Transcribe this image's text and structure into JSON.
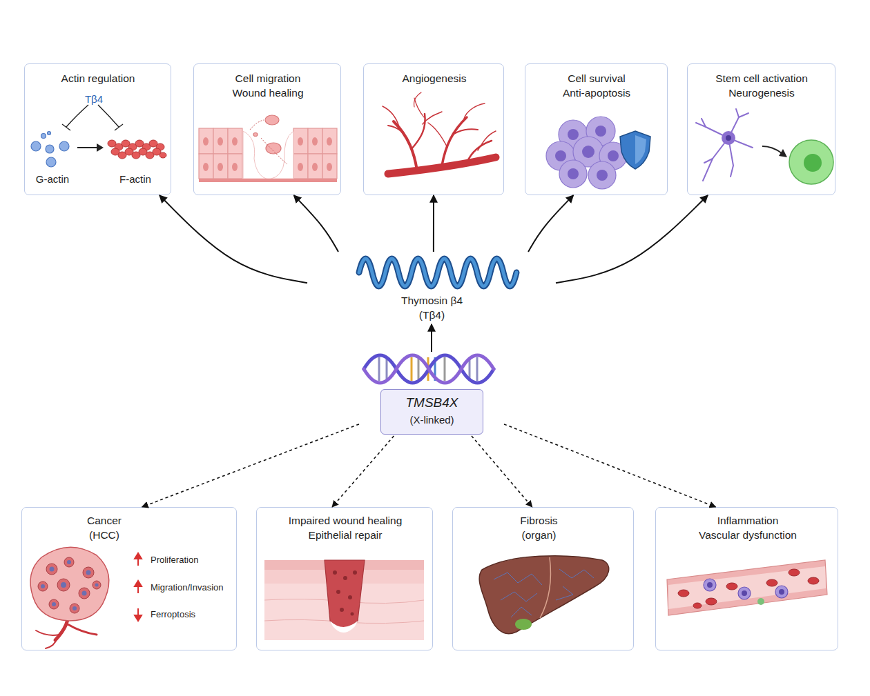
{
  "diagram": {
    "nodes": [
      {
        "text": [
          "Actin regulation",
          "Tβ4",
          "G-actin",
          "F-actin"
        ]
      },
      {
        "text": [
          "Cell migration Wound healing"
        ]
      },
      {
        "text": [
          "Angiogenesis"
        ]
      },
      {
        "text": [
          "Cell survival Anti-apoptosis"
        ]
      },
      {
        "text": [
          "Stem cell activation Neurogenesis"
        ]
      },
      {
        "text": [
          "Thymosin β4 (Tβ4)"
        ]
      },
      {
        "text": [
          "TMSB4X",
          "(X-linked)"
        ]
      },
      {
        "text": [
          "Cancer (HCC)",
          "Proliferation",
          "Migration/Invasion",
          "Ferroptosis"
        ]
      },
      {
        "text": [
          "Impaired wound healing Epithelial repair"
        ]
      },
      {
        "text": [
          "Fibrosis (organ)"
        ]
      },
      {
        "text": [
          "Inflammation Vascular dysfunction"
        ]
      }
    ],
    "edges": [
      {
        "from": 5,
        "to": 0,
        "arrow": "to"
      },
      {
        "from": 5,
        "to": 1,
        "arrow": "to"
      },
      {
        "from": 5,
        "to": 2,
        "arrow": "to"
      },
      {
        "from": 5,
        "to": 3,
        "arrow": "to"
      },
      {
        "from": 5,
        "to": 4,
        "arrow": "to"
      },
      {
        "from": 6,
        "to": 5,
        "arrow": "to"
      },
      {
        "from": 6,
        "to": 7,
        "arrow": "to"
      },
      {
        "from": 6,
        "to": 8,
        "arrow": "to"
      },
      {
        "from": 6,
        "to": 9,
        "arrow": "to"
      },
      {
        "from": 6,
        "to": 10,
        "arrow": "to"
      }
    ]
  }
}
